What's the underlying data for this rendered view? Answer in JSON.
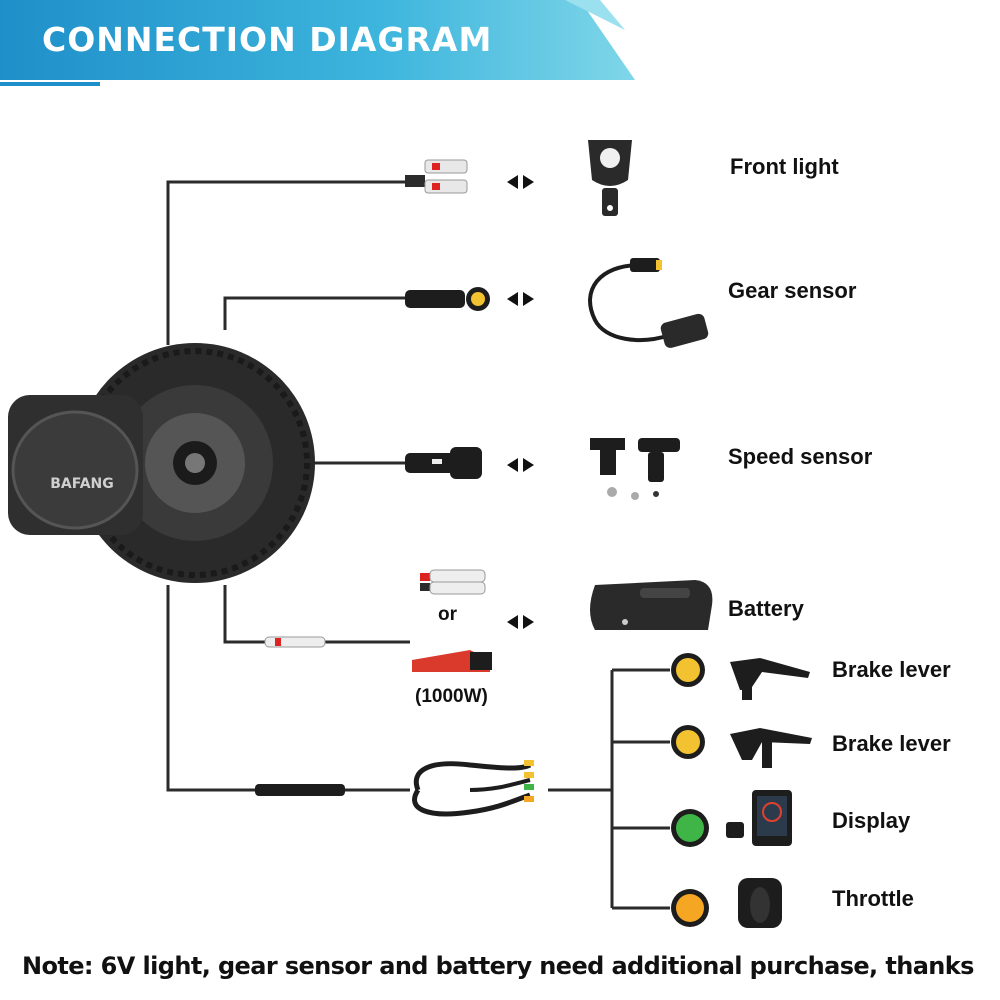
{
  "header": {
    "title": "CONNECTION  DIAGRAM"
  },
  "motor": {
    "brand": "BAFANG"
  },
  "connections": [
    {
      "label": "Front light",
      "icon": "front-light-icon"
    },
    {
      "label": "Gear sensor",
      "icon": "gear-sensor-icon"
    },
    {
      "label": "Speed sensor",
      "icon": "speed-sensor-icon"
    },
    {
      "label": "Battery",
      "icon": "battery-icon"
    }
  ],
  "battery_connector": {
    "or_text": "or",
    "power_note": "(1000W)"
  },
  "peripherals": [
    {
      "label": "Brake lever",
      "icon": "brake-lever-icon",
      "connector_color": "#f2c230"
    },
    {
      "label": "Brake lever",
      "icon": "brake-lever-icon",
      "connector_color": "#f2c230"
    },
    {
      "label": "Display",
      "icon": "display-icon",
      "connector_color": "#3fb548"
    },
    {
      "label": "Throttle",
      "icon": "throttle-icon",
      "connector_color": "#f5a623"
    }
  ],
  "footer": {
    "note": "Note: 6V light, gear sensor and battery need additional purchase, thanks"
  },
  "colors": {
    "header_accent": "#2aa6d6",
    "header_light": "#6fd0e6",
    "wire": "#2b2b2b"
  }
}
